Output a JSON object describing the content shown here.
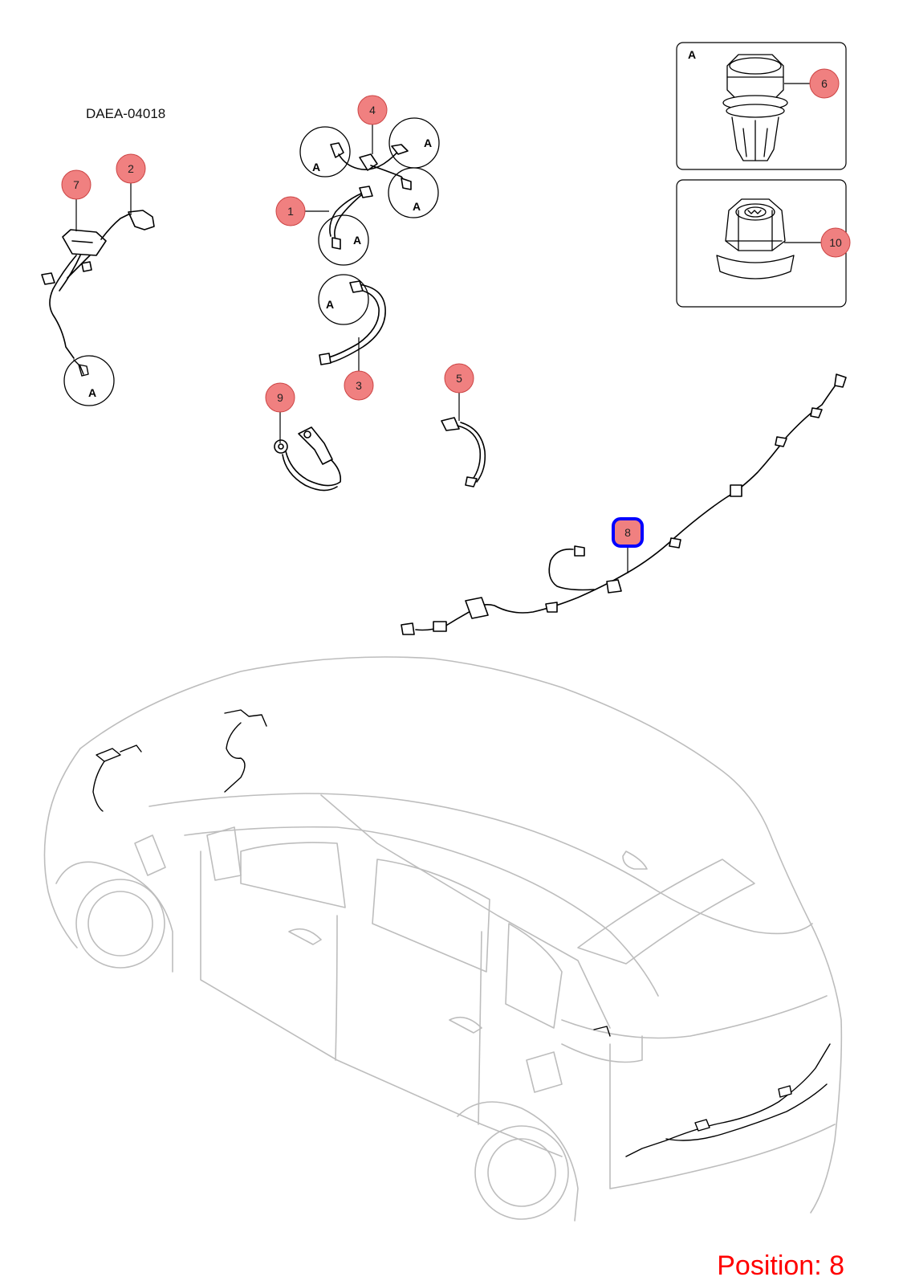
{
  "document_code": "DAEA-04018",
  "position_label": "Position: 8",
  "detail_view_label": "A",
  "callouts": [
    "1",
    "2",
    "3",
    "4",
    "5",
    "6",
    "7",
    "8",
    "9",
    "10"
  ],
  "selected_callout": "8",
  "colors": {
    "callout_fill": "#f08080",
    "selected_border": "#0000ff",
    "position_text": "#ff0000",
    "vehicle_outline": "#bdbdbd"
  }
}
